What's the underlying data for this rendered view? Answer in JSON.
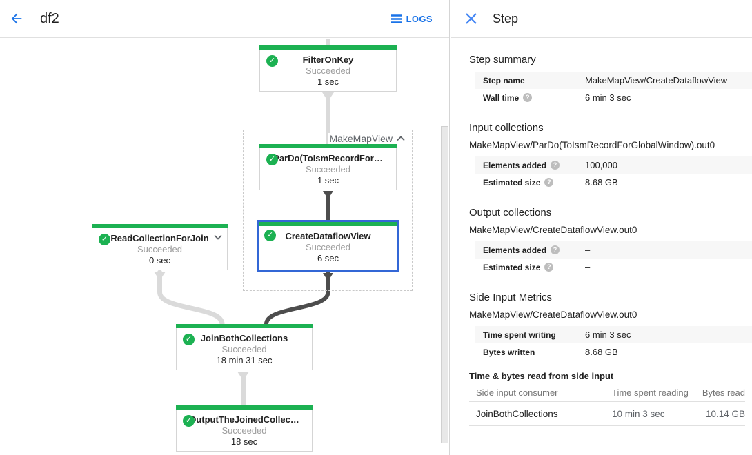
{
  "header": {
    "title": "df2",
    "logs_label": "LOGS"
  },
  "colors": {
    "success_green": "#1cb152",
    "selected_border_blue": "#3367d6",
    "accent_blue": "#1a73e8",
    "close_icon_blue": "#4285f4",
    "edge_light": "#dadada",
    "edge_dark": "#4d4d4d"
  },
  "graph": {
    "group_label": "MakeMapView",
    "nodes": [
      {
        "title": "FilterOnKey",
        "status": "Succeeded",
        "time": "1 sec"
      },
      {
        "title": "ParDo(ToIsmRecordFor…",
        "status": "Succeeded",
        "time": "1 sec"
      },
      {
        "title": "CreateDataflowView",
        "status": "Succeeded",
        "time": "6 sec"
      },
      {
        "title": "ReadCollectionForJoin",
        "status": "Succeeded",
        "time": "0 sec"
      },
      {
        "title": "JoinBothCollections",
        "status": "Succeeded",
        "time": "18 min 31 sec"
      },
      {
        "title": "OutputTheJoinedCollec…",
        "status": "Succeeded",
        "time": "18 sec"
      }
    ]
  },
  "panel": {
    "title": "Step",
    "step_summary": {
      "heading": "Step summary",
      "rows": [
        {
          "label": "Step name",
          "value": "MakeMapView/CreateDataflowView"
        },
        {
          "label": "Wall time",
          "value": "6 min 3 sec"
        }
      ]
    },
    "input_collections": {
      "heading": "Input collections",
      "collection": "MakeMapView/ParDo(ToIsmRecordForGlobalWindow).out0",
      "rows": [
        {
          "label": "Elements added",
          "value": "100,000"
        },
        {
          "label": "Estimated size",
          "value": "8.68 GB"
        }
      ]
    },
    "output_collections": {
      "heading": "Output collections",
      "collection": "MakeMapView/CreateDataflowView.out0",
      "rows": [
        {
          "label": "Elements added",
          "value": "–"
        },
        {
          "label": "Estimated size",
          "value": "–"
        }
      ]
    },
    "side_input_metrics": {
      "heading": "Side Input Metrics",
      "collection": "MakeMapView/CreateDataflowView.out0",
      "rows": [
        {
          "label": "Time spent writing",
          "value": "6 min 3 sec"
        },
        {
          "label": "Bytes written",
          "value": "8.68 GB"
        }
      ]
    },
    "side_input_table": {
      "heading": "Time & bytes read from side input",
      "columns": [
        "Side input consumer",
        "Time spent reading",
        "Bytes read"
      ],
      "rows": [
        [
          "JoinBothCollections",
          "10 min 3 sec",
          "10.14 GB"
        ]
      ]
    }
  }
}
